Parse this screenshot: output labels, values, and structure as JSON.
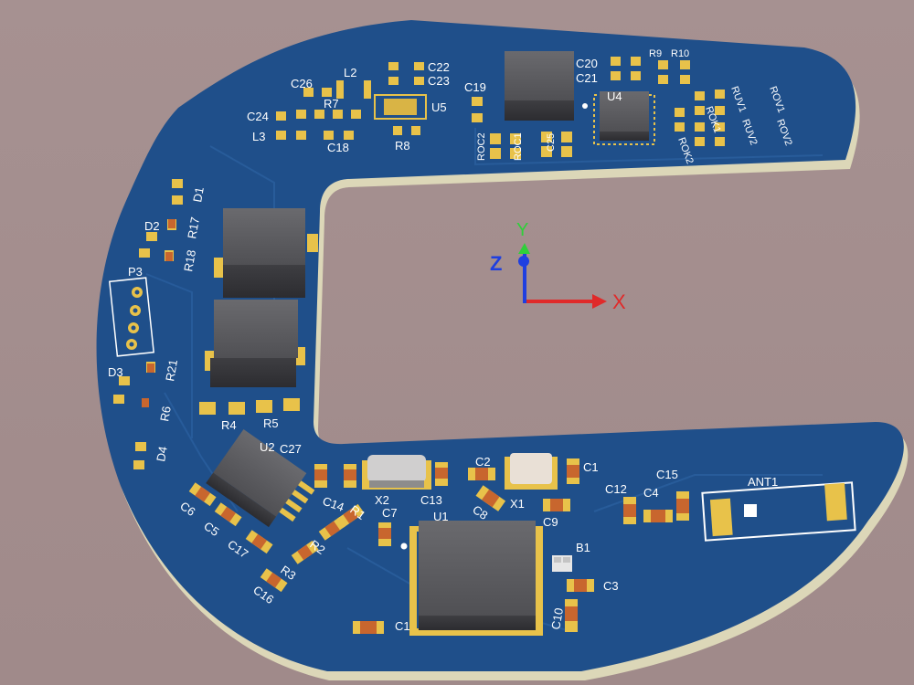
{
  "colors": {
    "background": "#a48f8f",
    "board": "#1f4f8a",
    "board_edge": "#dcd7b8",
    "pad": "#e8c24a",
    "chip": "#5a5a5e",
    "smd": "#c8662e",
    "silkscreen": "#ffffff",
    "axis_x": "#e02a2a",
    "axis_y": "#2fcf3a",
    "axis_z": "#1f3fe0"
  },
  "axes": {
    "x": "X",
    "y": "Y",
    "z": "Z"
  },
  "components": {
    "C1": "C1",
    "C2": "C2",
    "C3": "C3",
    "C4": "C4",
    "C5": "C5",
    "C6": "C6",
    "C7": "C7",
    "C8": "C8",
    "C9": "C9",
    "C10": "C10",
    "C12": "C12",
    "C13": "C13",
    "C14": "C14",
    "C15": "C15",
    "C16": "C16",
    "C17": "C17",
    "C18": "C18",
    "C19": "C19",
    "C20": "C20",
    "C21": "C21",
    "C22": "C22",
    "C23": "C23",
    "C24": "C24",
    "C25": "C25",
    "C26": "C26",
    "C27": "C27",
    "C_partial": "C1",
    "R1": "R1",
    "R2": "R2",
    "R3": "R3",
    "R4": "R4",
    "R5": "R5",
    "R6": "R6",
    "R7": "R7",
    "R8": "R8",
    "R9": "R9",
    "R10": "R10",
    "R17": "R17",
    "R18": "R18",
    "R21": "R21",
    "ROC1": "ROC1",
    "ROC2": "ROC2",
    "RUV1": "RUV1",
    "RUV2": "RUV2",
    "ROV1": "ROV1",
    "ROV2": "ROV2",
    "ROK1": "ROK1",
    "ROK2": "ROK2",
    "D1": "D1",
    "D2": "D2",
    "D3": "D3",
    "D4": "D4",
    "L2": "L2",
    "L3": "L3",
    "P3": "P3",
    "U1": "U1",
    "U2": "U2",
    "U4": "U4",
    "U5": "U5",
    "X1": "X1",
    "X2": "X2",
    "B1": "B1",
    "ANT1": "ANT1"
  }
}
